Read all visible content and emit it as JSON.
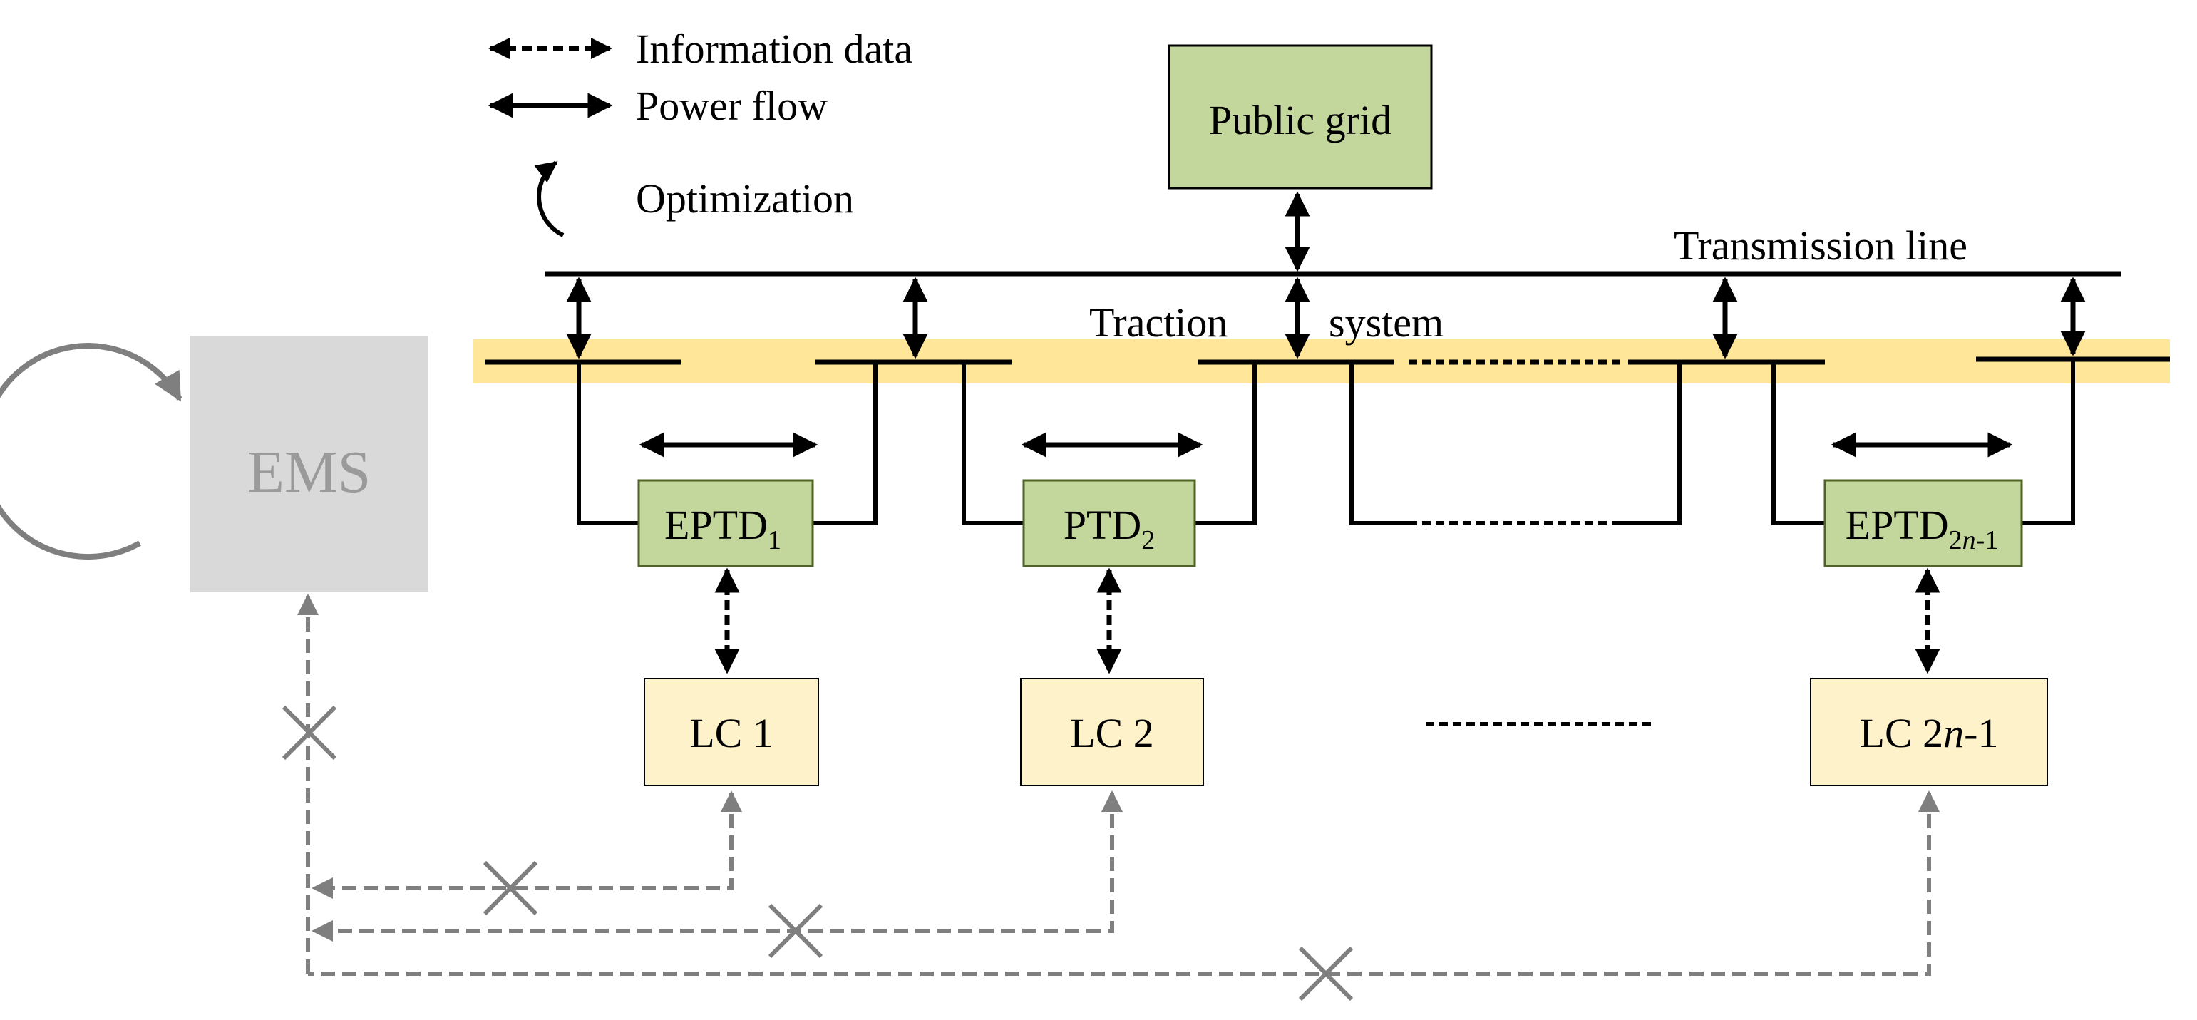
{
  "legend": {
    "info_data": "Information data",
    "power_flow": "Power flow",
    "optimization": "Optimization"
  },
  "public_grid": "Public grid",
  "transmission_line": "Transmission line",
  "traction_system": {
    "word1": "Traction",
    "word2": "system"
  },
  "ems": "EMS",
  "devices": [
    {
      "base": "EPTD",
      "sub": "1"
    },
    {
      "base": "PTD",
      "sub": "2"
    },
    {
      "base": "EPTD",
      "sub_pre": "2",
      "sub_italic": "n",
      "sub_post": "-1"
    }
  ],
  "controllers": [
    {
      "text": "LC 1"
    },
    {
      "text": "LC 2"
    },
    {
      "pre": "LC 2",
      "italic": "n",
      "post": "-1"
    }
  ],
  "colors": {
    "green_fill": "#c3d69b",
    "green_stroke": "#4f6228",
    "yellow_fill": "#fef2cb",
    "band": "#ffe699",
    "ems_fill": "#d9d9d9",
    "gray": "#7f7f7f"
  }
}
